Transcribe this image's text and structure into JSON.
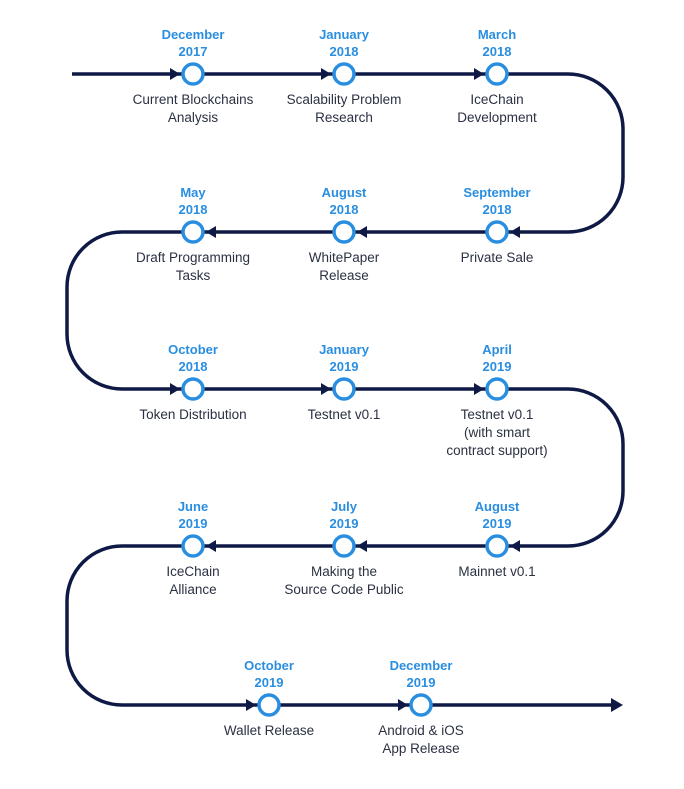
{
  "colors": {
    "path": "#0e1a45",
    "node": "#2a8ee0",
    "date": "#2a8ee0",
    "text": "#2b3142"
  },
  "milestones": [
    {
      "date": [
        "December",
        "2017"
      ],
      "label": [
        "Current Blockchains",
        "Analysis"
      ]
    },
    {
      "date": [
        "January",
        "2018"
      ],
      "label": [
        "Scalability Problem",
        "Research"
      ]
    },
    {
      "date": [
        "March",
        "2018"
      ],
      "label": [
        "IceChain",
        "Development"
      ]
    },
    {
      "date": [
        "September",
        "2018"
      ],
      "label": [
        "Private Sale"
      ]
    },
    {
      "date": [
        "August",
        "2018"
      ],
      "label": [
        "WhitePaper",
        "Release"
      ]
    },
    {
      "date": [
        "May",
        "2018"
      ],
      "label": [
        "Draft Programming",
        "Tasks"
      ]
    },
    {
      "date": [
        "October",
        "2018"
      ],
      "label": [
        "Token Distribution"
      ]
    },
    {
      "date": [
        "January",
        "2019"
      ],
      "label": [
        "Testnet v0.1"
      ]
    },
    {
      "date": [
        "April",
        "2019"
      ],
      "label": [
        "Testnet v0.1",
        "(with smart",
        "contract support)"
      ]
    },
    {
      "date": [
        "August",
        "2019"
      ],
      "label": [
        "Mainnet v0.1"
      ]
    },
    {
      "date": [
        "July",
        "2019"
      ],
      "label": [
        "Making the",
        "Source Code Public"
      ]
    },
    {
      "date": [
        "June",
        "2019"
      ],
      "label": [
        "IceChain",
        "Alliance"
      ]
    },
    {
      "date": [
        "October",
        "2019"
      ],
      "label": [
        "Wallet Release"
      ]
    },
    {
      "date": [
        "December",
        "2019"
      ],
      "label": [
        "Android & iOS",
        "App Release"
      ]
    }
  ]
}
